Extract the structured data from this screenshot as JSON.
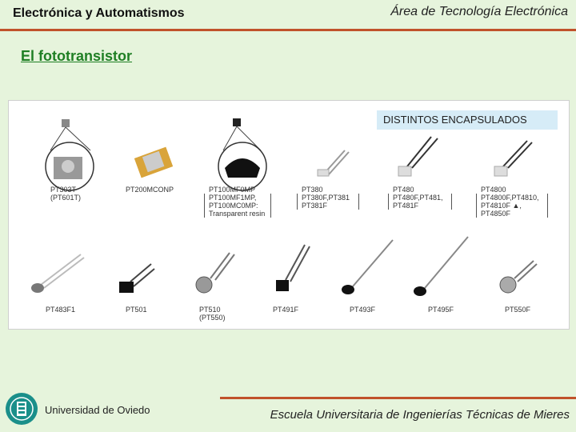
{
  "header": {
    "left_title": "Electrónica y Automatismos",
    "right_title": "Área de Tecnología Electrónica"
  },
  "slide": {
    "title": "El fototransistor",
    "caption": "DISTINTOS ENCAPSULADOS"
  },
  "figure_labels": {
    "row1": [
      [
        "PT303T",
        "(PT601T)"
      ],
      [
        "PT200MCONP"
      ],
      [
        "PT100MF0MP",
        "PT100MF1MP,",
        "PT100MC0MP:",
        "Transparent resin"
      ],
      [
        "PT380",
        "PT380F,PT381",
        "PT381F"
      ],
      [
        "PT480",
        "PT480F,PT481,",
        "PT481F"
      ],
      [
        "PT4800",
        "PT4800F,PT4810,",
        "PT4810F ▲,",
        "PT4850F"
      ]
    ],
    "row2": [
      [
        "PT483F1"
      ],
      [
        "PT501"
      ],
      [
        "PT510",
        "(PT550)"
      ],
      [
        "PT491F"
      ],
      [
        "PT493F"
      ],
      [
        "PT495F"
      ],
      [
        "PT550F"
      ]
    ]
  },
  "footer": {
    "university": "Universidad de Oviedo",
    "school": "Escuela Universitaria de Ingenierías Técnicas de Mieres"
  },
  "colors": {
    "background": "#e6f4dc",
    "accent_line": "#c0522a",
    "title_green": "#1f7f24",
    "caption_bg": "#d6ecf7",
    "logo_teal": "#1a8f8a"
  }
}
